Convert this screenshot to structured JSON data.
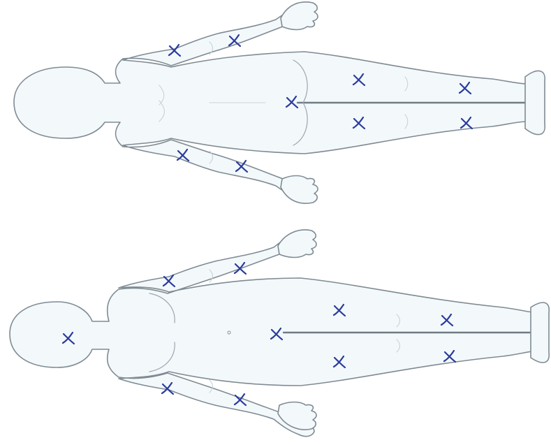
{
  "diagram": {
    "figures": [
      {
        "id": "upper",
        "view": "back"
      },
      {
        "id": "lower",
        "view": "front"
      }
    ],
    "mark_color": "#2a3c9c",
    "line_color": "#7f8b93",
    "fill_color": "#f3f8fb",
    "marks": {
      "upper": [
        "left-upper-arm",
        "left-forearm",
        "right-upper-arm",
        "right-forearm",
        "buttocks",
        "left-thigh",
        "left-calf",
        "right-thigh",
        "right-calf"
      ],
      "lower": [
        "face",
        "left-upper-arm",
        "left-forearm",
        "right-upper-arm",
        "right-forearm",
        "groin",
        "left-thigh",
        "left-shin",
        "right-thigh",
        "right-shin"
      ]
    }
  }
}
